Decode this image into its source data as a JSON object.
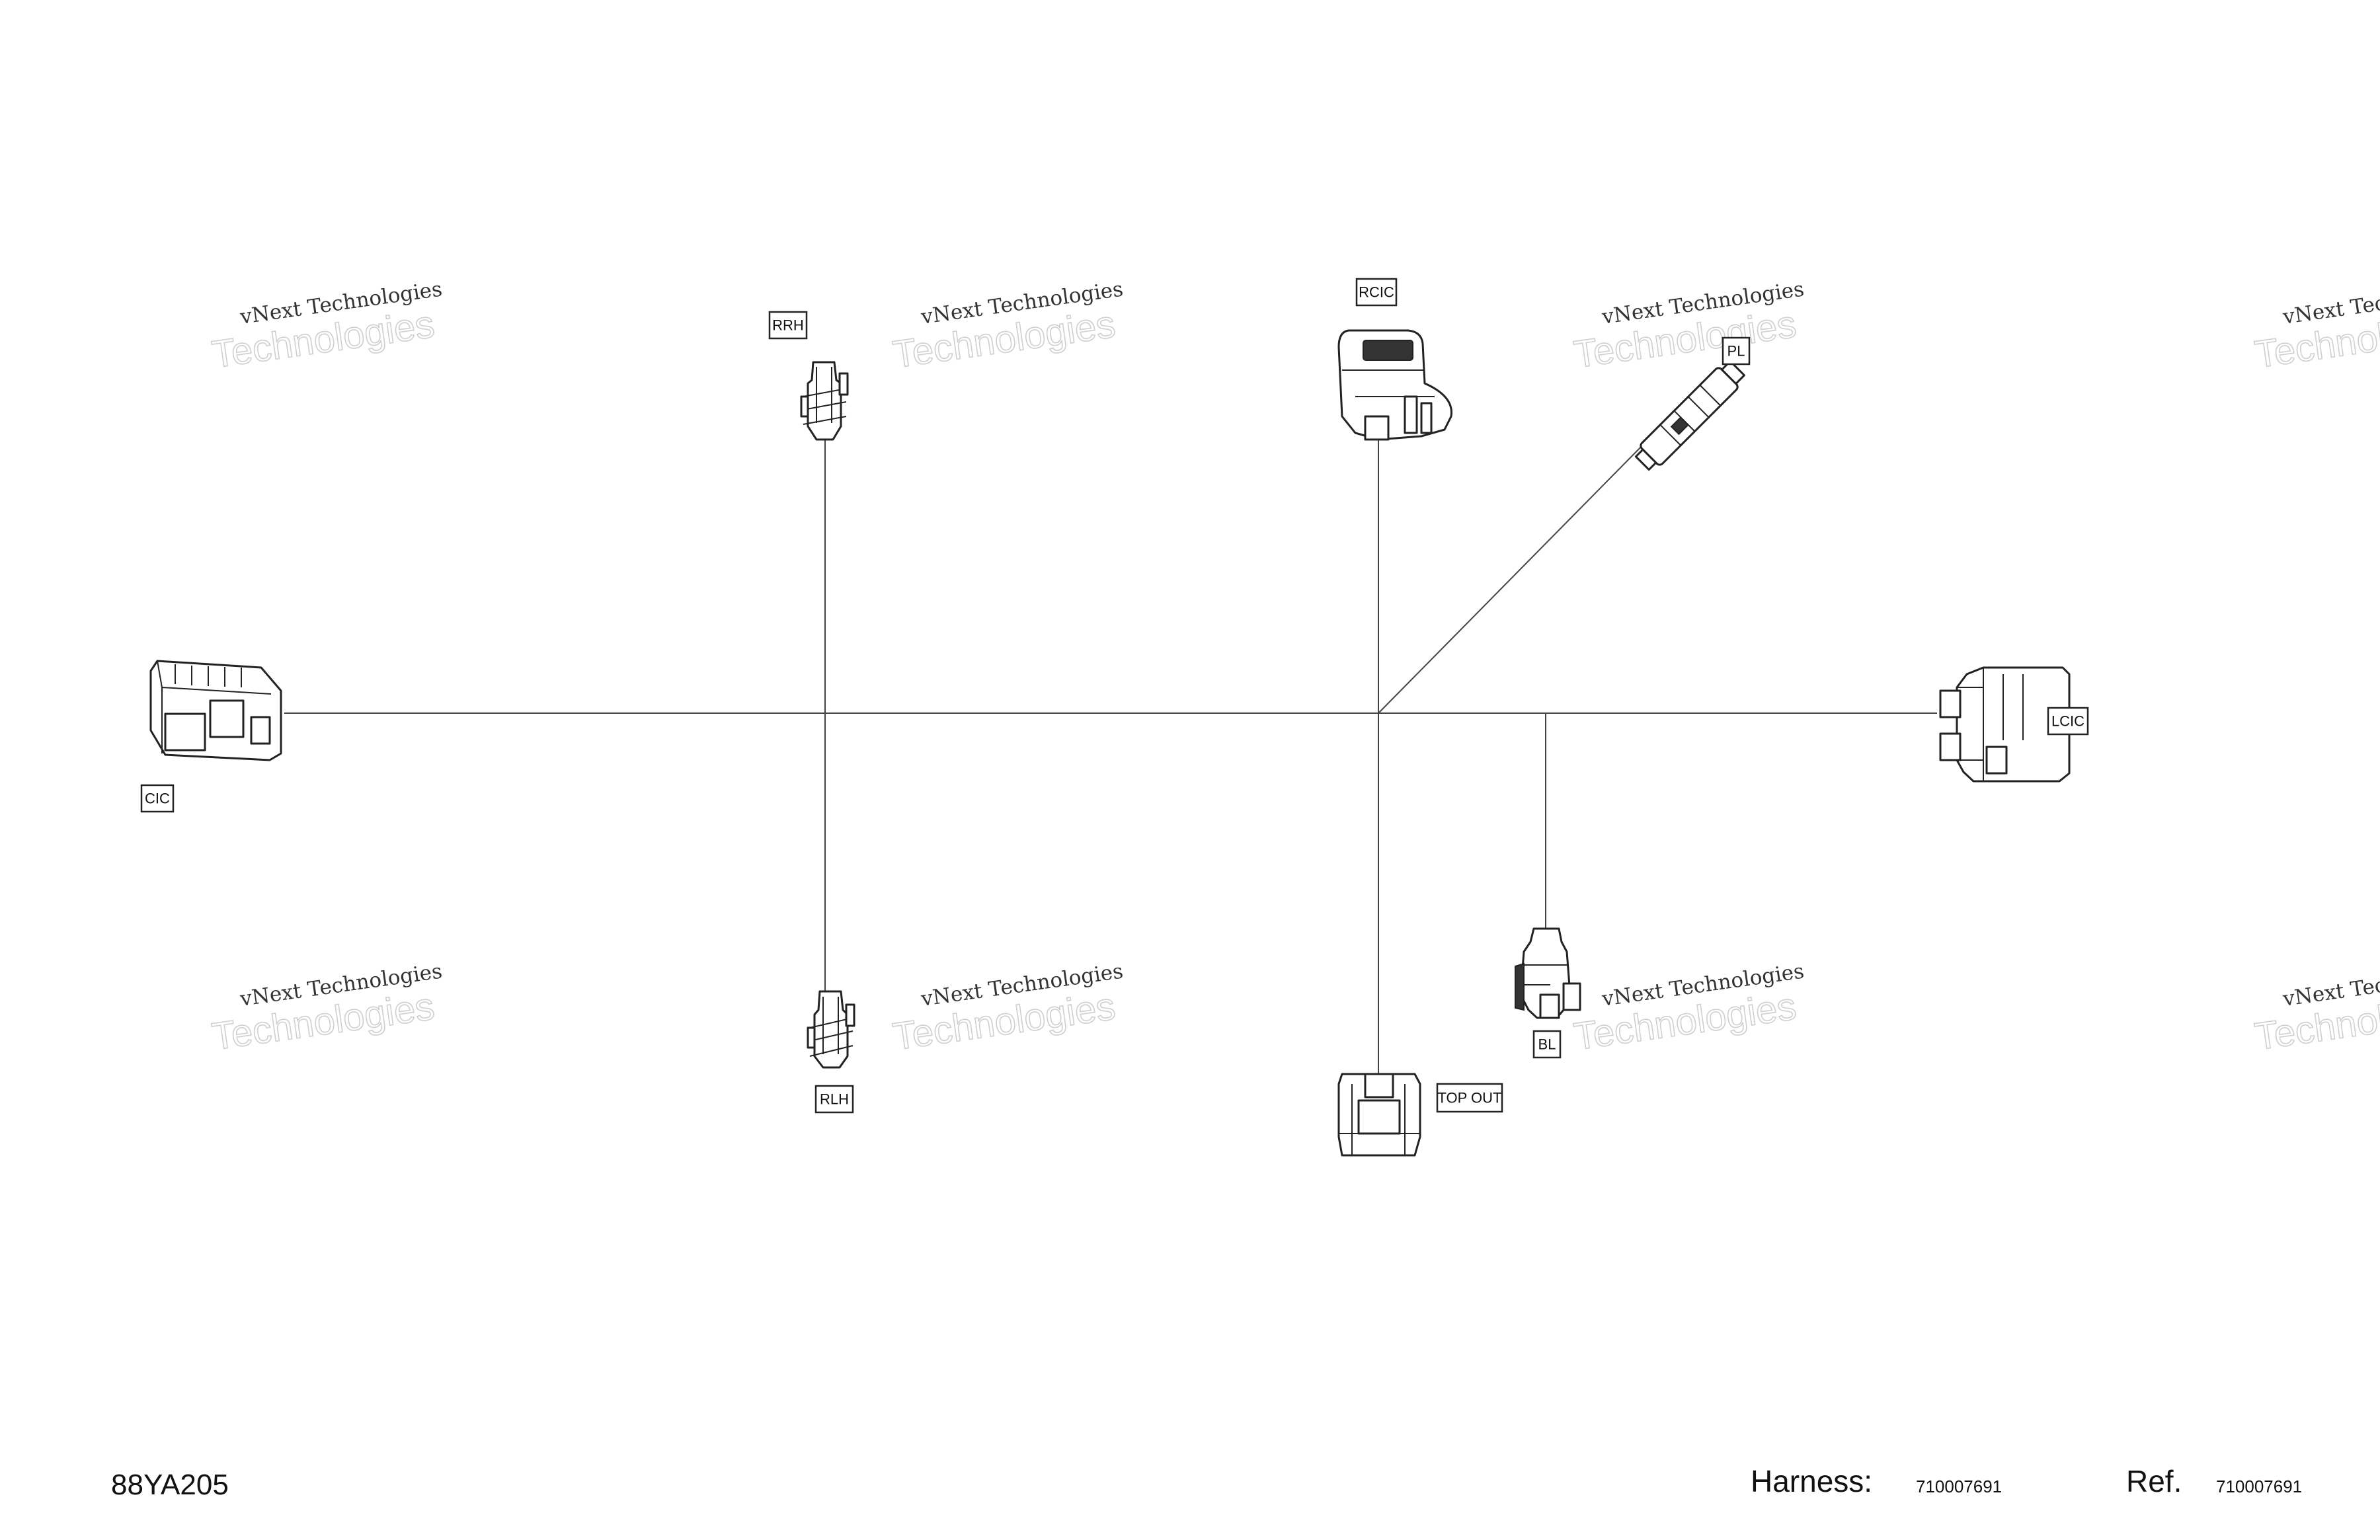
{
  "watermark": {
    "line1": "vNext Technologies",
    "line2": "Technologies"
  },
  "connectors": {
    "cic": "CIC",
    "rrh": "RRH",
    "rlh": "RLH",
    "rcic": "RCIC",
    "pl": "PL",
    "lcic": "LCIC",
    "bl": "BL",
    "top_out": "TOP OUT"
  },
  "footer": {
    "ref_code": "88YA205",
    "harness_label": "Harness:",
    "harness_value": "710007691",
    "ref_label": "Ref.",
    "ref_value": "710007691"
  }
}
